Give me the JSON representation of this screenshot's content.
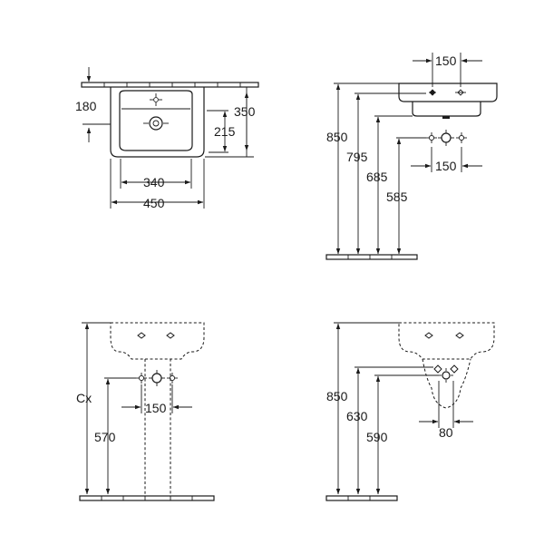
{
  "views": {
    "top_view": {
      "labels": {
        "height_180": "180",
        "height_350": "350",
        "height_215": "215",
        "width_340": "340",
        "width_450": "450"
      }
    },
    "side_wall_view": {
      "labels": {
        "tap_spacing_top": "150",
        "height_850": "850",
        "height_795": "795",
        "height_685": "685",
        "height_585": "585",
        "tap_spacing_bottom": "150"
      }
    },
    "front_pedestal_view": {
      "labels": {
        "height_cx": "Cx",
        "height_570": "570",
        "tap_spacing": "150"
      }
    },
    "side_semipedestal_view": {
      "labels": {
        "height_850": "850",
        "height_630": "630",
        "height_590": "590",
        "width_80": "80"
      }
    }
  }
}
